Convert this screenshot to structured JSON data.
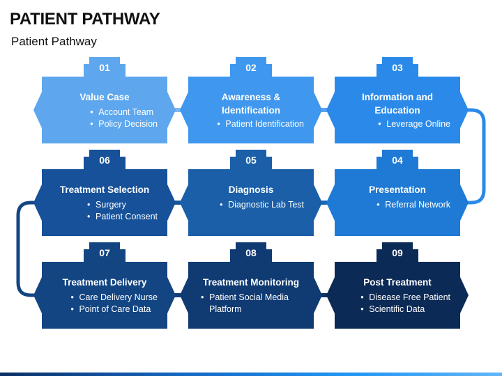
{
  "header": {
    "title": "PATIENT PATHWAY",
    "subtitle": "Patient Pathway"
  },
  "colors": {
    "step1": "#5ea7ee",
    "step2": "#3f97ee",
    "step3": "#2b8ae9",
    "step4": "#1e7ad4",
    "step5": "#1a5fa8",
    "step6": "#16519a",
    "step7": "#134582",
    "step8": "#103a72",
    "step9": "#0c2a56",
    "connector_light": "#3f97ee",
    "connector_dark": "#16519a"
  },
  "steps": [
    {
      "number": "01",
      "title": "Value Case",
      "bullets": [
        "Account Team",
        "Policy Decision"
      ]
    },
    {
      "number": "02",
      "title": "Awareness & Identification",
      "bullets": [
        "Patient Identification"
      ]
    },
    {
      "number": "03",
      "title": "Information and Education",
      "bullets": [
        "Leverage Online"
      ]
    },
    {
      "number": "04",
      "title": "Presentation",
      "bullets": [
        "Referral Network"
      ]
    },
    {
      "number": "05",
      "title": "Diagnosis",
      "bullets": [
        "Diagnostic Lab Test"
      ]
    },
    {
      "number": "06",
      "title": "Treatment Selection",
      "bullets": [
        "Surgery",
        "Patient Consent"
      ]
    },
    {
      "number": "07",
      "title": "Treatment Delivery",
      "bullets": [
        "Care Delivery Nurse",
        "Point of Care Data"
      ]
    },
    {
      "number": "08",
      "title": "Treatment Monitoring",
      "bullets": [
        "Patient Social Media Platform"
      ]
    },
    {
      "number": "09",
      "title": "Post Treatment",
      "bullets": [
        "Disease Free Patient",
        "Scientific Data"
      ]
    }
  ]
}
